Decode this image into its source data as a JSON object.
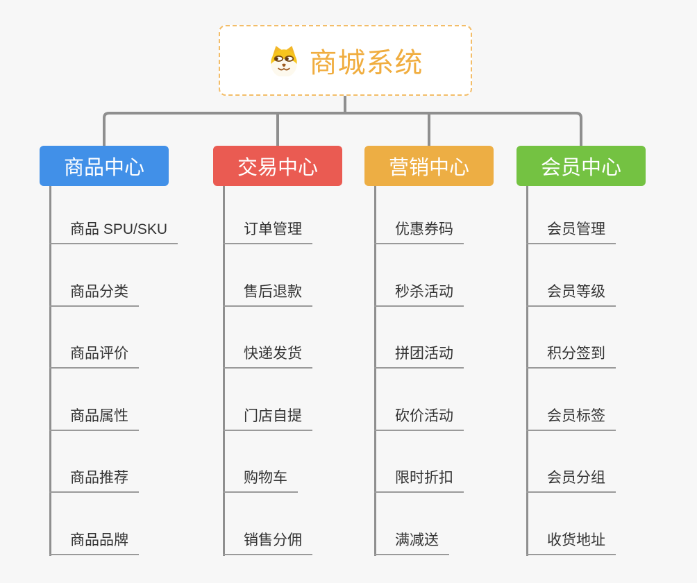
{
  "page": {
    "background_color": "#f7f7f7",
    "connector_color": "#8f8f8f",
    "leaf_line_color": "#9a9a9a",
    "leaf_text_color": "#333333"
  },
  "root": {
    "title": "商城系统",
    "icon": "shiba-dog-icon",
    "title_color": "#f0ad3f",
    "border_color": "#f3bd68"
  },
  "branches": [
    {
      "label": "商品中心",
      "color": "#4190e8",
      "items": [
        "商品 SPU/SKU",
        "商品分类",
        "商品评价",
        "商品属性",
        "商品推荐",
        "商品品牌"
      ]
    },
    {
      "label": "交易中心",
      "color": "#ea5b52",
      "items": [
        "订单管理",
        "售后退款",
        "快递发货",
        "门店自提",
        "购物车",
        "销售分佣"
      ]
    },
    {
      "label": "营销中心",
      "color": "#edae44",
      "items": [
        "优惠券码",
        "秒杀活动",
        "拼团活动",
        "砍价活动",
        "限时折扣",
        "满减送"
      ]
    },
    {
      "label": "会员中心",
      "color": "#74c242",
      "items": [
        "会员管理",
        "会员等级",
        "积分签到",
        "会员标签",
        "会员分组",
        "收货地址"
      ]
    }
  ]
}
